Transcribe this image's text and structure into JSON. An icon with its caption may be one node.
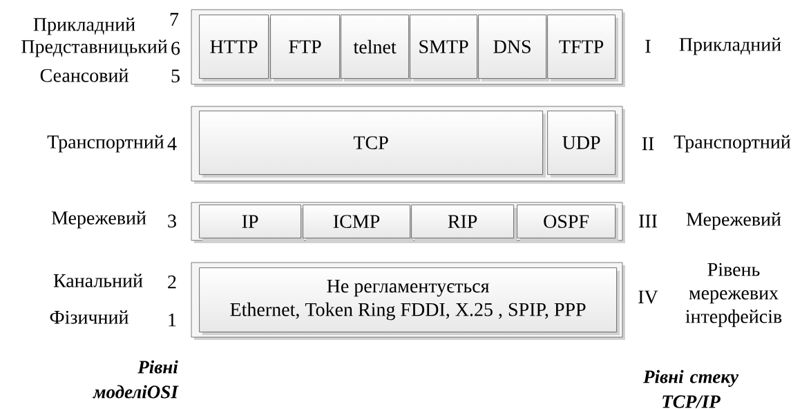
{
  "diagram": {
    "nodes": [
      {
        "text": [],
        "shape": "box"
      },
      {
        "text": [
          "HTTP"
        ],
        "in": 0
      },
      {
        "text": [
          "FTP"
        ],
        "in": 0
      },
      {
        "text": [
          "telnet"
        ],
        "in": 0
      },
      {
        "text": [
          "SMTP"
        ],
        "in": 0
      },
      {
        "text": [
          "DNS"
        ],
        "in": 0
      },
      {
        "text": [
          "TFTP"
        ],
        "in": 0
      },
      {
        "text": [],
        "shape": "box"
      },
      {
        "text": [
          "TCP"
        ],
        "in": 7
      },
      {
        "text": [
          "UDP"
        ],
        "in": 7
      },
      {
        "text": [],
        "shape": "box"
      },
      {
        "text": [
          "IP"
        ],
        "in": 10
      },
      {
        "text": [
          "ICMP"
        ],
        "in": 10
      },
      {
        "text": [
          "RIP"
        ],
        "in": 10
      },
      {
        "text": [
          "OSPF"
        ],
        "in": 10
      },
      {
        "text": [],
        "shape": "box"
      },
      {
        "text": [
          "Не регламентується",
          "Ethernet, Token Ring FDDI, X.25 , SPIP, PPP"
        ],
        "in": 15
      }
    ],
    "labels": [
      "Прикладний",
      "7",
      "Представницький",
      "6",
      "Сеансовий",
      "5",
      "I",
      "Прикладний",
      "Транспортний",
      "4",
      "II",
      "Транспортний",
      "Мережевий",
      "3",
      "III",
      "Мережевий",
      "Канальний",
      "2",
      "IV",
      "Рівень мережевих інтерфейсів",
      "Фізичний",
      "1",
      "Рівні моделіOSI",
      "Рівні стеку TCP/IP"
    ]
  }
}
